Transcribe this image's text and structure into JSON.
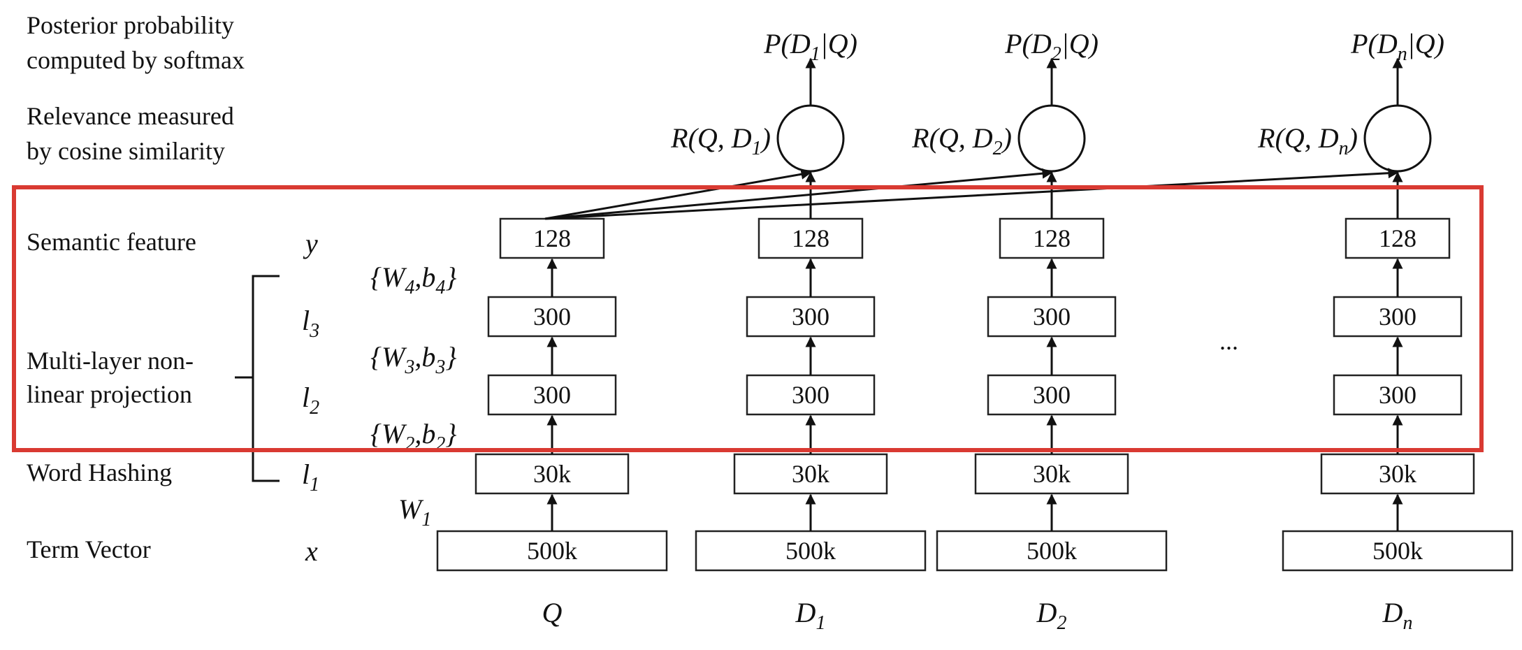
{
  "left_labels": {
    "posterior_1": "Posterior probability",
    "posterior_2": "computed by softmax",
    "relevance_1": "Relevance measured",
    "relevance_2": "by cosine similarity",
    "semantic": "Semantic feature",
    "multilayer_1": "Multi-layer non-",
    "multilayer_2": "linear projection",
    "hashing": "Word Hashing",
    "term": "Term Vector"
  },
  "layer_symbols": {
    "y": "y",
    "l3": "l3",
    "l2": "l2",
    "l1": "l1",
    "x": "x"
  },
  "weights": {
    "w4": "{W4,b4}",
    "w3": "{W3,b3}",
    "w2": "{W2,b2}",
    "w1": "W1"
  },
  "columns": [
    {
      "name": "Q",
      "sub": "",
      "sizes": [
        "128",
        "300",
        "300",
        "30k",
        "500k"
      ]
    },
    {
      "name": "D",
      "sub": "1",
      "sizes": [
        "128",
        "300",
        "300",
        "30k",
        "500k"
      ],
      "relevance": "R(Q, D1)",
      "posterior": "P(D1|Q)"
    },
    {
      "name": "D",
      "sub": "2",
      "sizes": [
        "128",
        "300",
        "300",
        "30k",
        "500k"
      ],
      "relevance": "R(Q, D2)",
      "posterior": "P(D2|Q)"
    },
    {
      "name": "D",
      "sub": "n",
      "sizes": [
        "128",
        "300",
        "300",
        "30k",
        "500k"
      ],
      "relevance": "R(Q, Dn)",
      "posterior": "P(Dn|Q)"
    }
  ],
  "ellipsis": "...",
  "highlight_color": "#d93a32"
}
